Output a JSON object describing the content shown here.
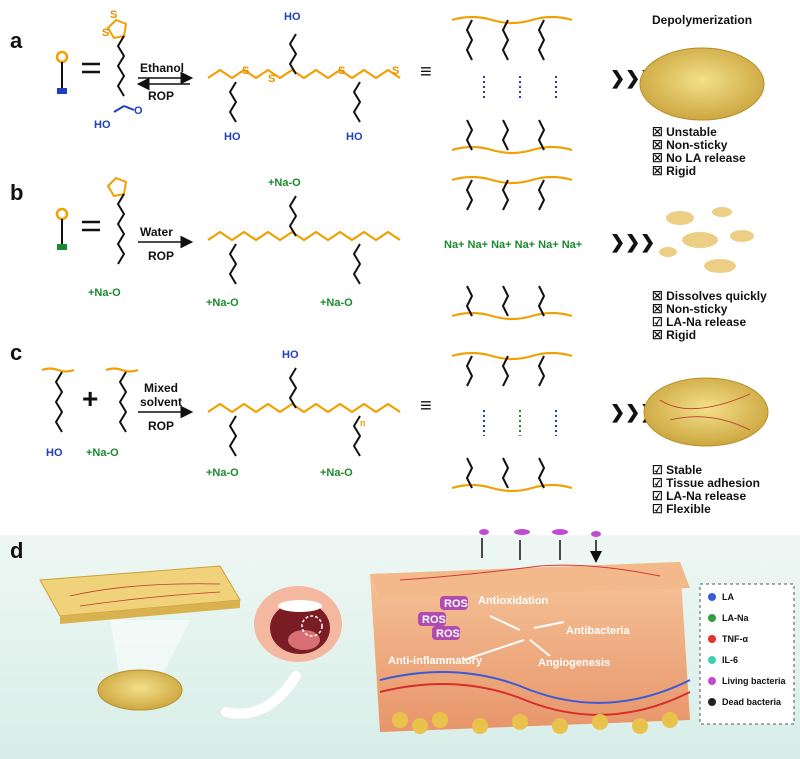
{
  "panels": {
    "a": {
      "letter": "a",
      "reaction_top": "Ethanol",
      "reaction_bottom": "ROP",
      "title_right": "Depolymerization",
      "cooh_top": "HO",
      "cooh_o": "O",
      "mono_label": "HO",
      "properties": [
        "☒ Unstable",
        "☒ Non-sticky",
        "☒ No LA release",
        "☒ Rigid"
      ]
    },
    "b": {
      "letter": "b",
      "reaction_top": "Water",
      "reaction_bottom": "ROP",
      "salt_label": "+Na-O",
      "salt_top": "+Na-O",
      "na_row": "Na+ Na+ Na+ Na+ Na+ Na+",
      "properties": [
        "☒ Dissolves quickly",
        "☒ Non-sticky",
        "☑ LA-Na release",
        "☒ Rigid"
      ]
    },
    "c": {
      "letter": "c",
      "reaction_top": "Mixed",
      "reaction_top2": "solvent",
      "reaction_bottom": "ROP",
      "plus": "+",
      "acid_label": "HO",
      "salt_label": "+Na-O",
      "n_label": "n",
      "properties": [
        "☑ Stable",
        "☑ Tissue adhesion",
        "☑ LA-Na release",
        "☑ Flexible"
      ]
    },
    "d": {
      "letter": "d",
      "ros": [
        "ROS",
        "ROS",
        "ROS"
      ],
      "effects": [
        "Antioxidation",
        "Antibacteria",
        "Anti-inflammatory",
        "Angiogenesis"
      ]
    }
  },
  "legend": [
    {
      "label": "LA",
      "color": "#3a5bd9"
    },
    {
      "label": "LA-Na",
      "color": "#2e9e3e"
    },
    {
      "label": "TNF-α",
      "color": "#e53030"
    },
    {
      "label": "IL-6",
      "color": "#3fd0b0"
    },
    {
      "label": "Living bacteria",
      "color": "#c04bd0"
    },
    {
      "label": "Dead bacteria",
      "color": "#222222"
    }
  ],
  "atoms": {
    "S": "S",
    "O": "O",
    "equiv": "≡",
    "arrows": "❯❯❯"
  }
}
